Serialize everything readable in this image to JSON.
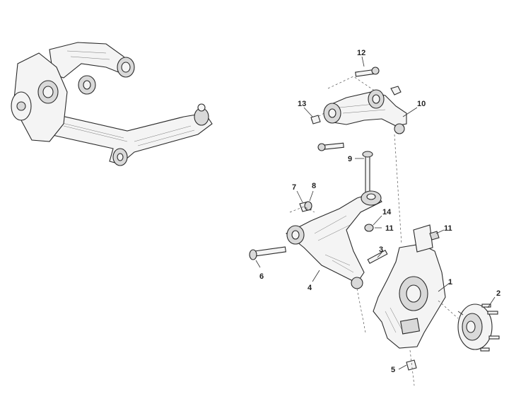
{
  "callouts": {
    "c1": "1",
    "c2": "2",
    "c3": "3",
    "c4": "4",
    "c5": "5",
    "c6": "6",
    "c7": "7",
    "c8": "8",
    "c9": "9",
    "c10": "10",
    "c11a": "11",
    "c11b": "11",
    "c12": "12",
    "c13": "13",
    "c14": "14"
  },
  "colors": {
    "line": "#2a2a2a",
    "background": "#ffffff"
  }
}
